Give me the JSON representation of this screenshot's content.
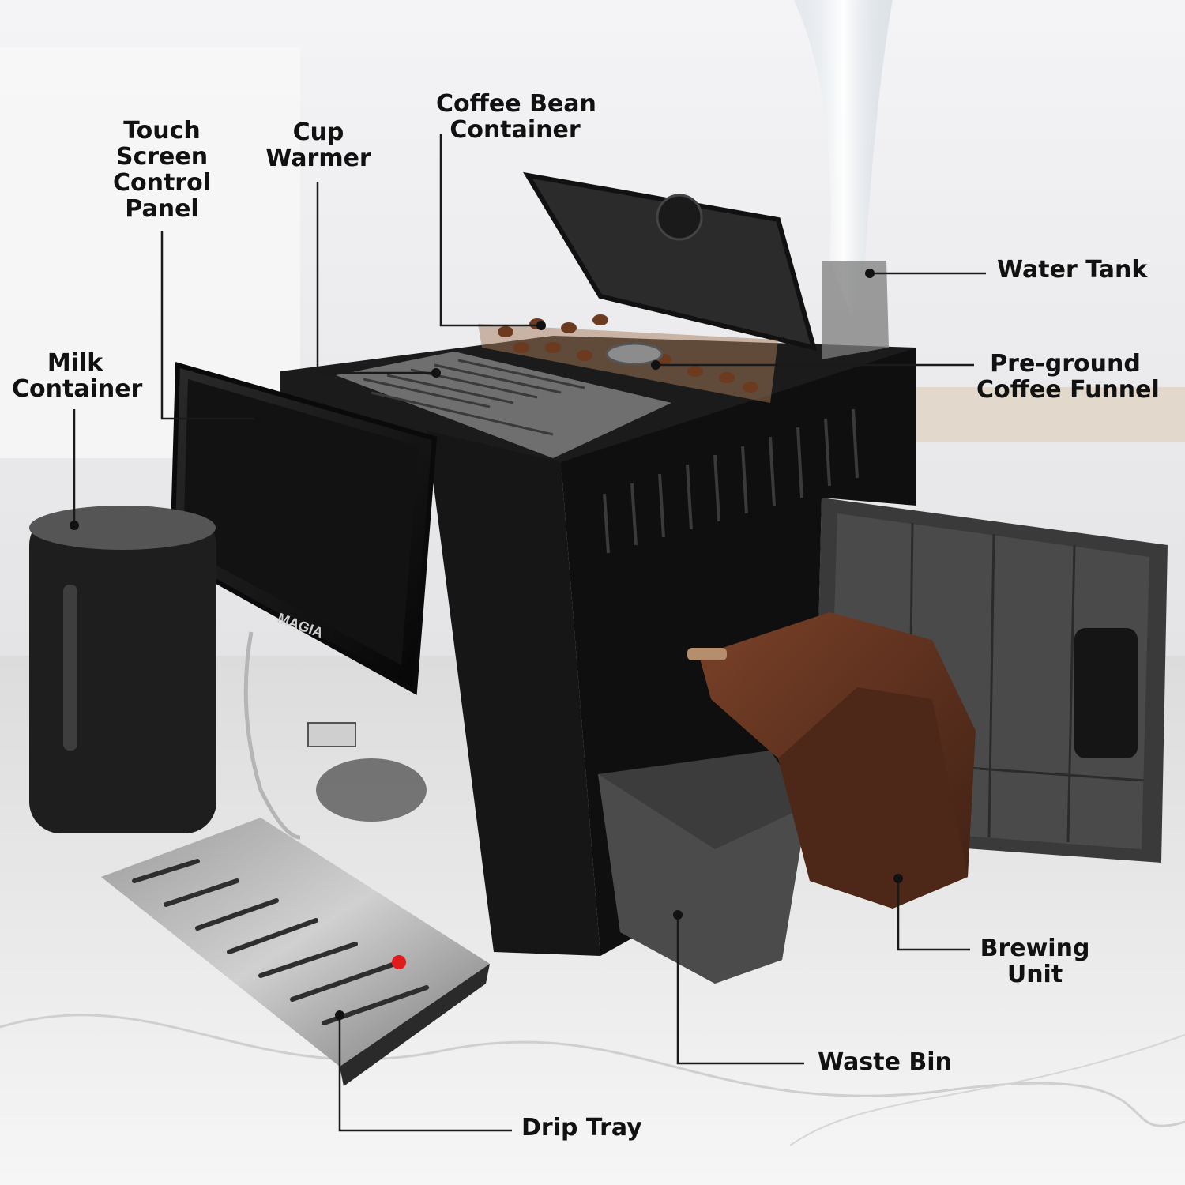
{
  "brand": {
    "logo_text": "MAGIA"
  },
  "colors": {
    "background": "#e9e9eb",
    "machine": "#141414",
    "brewing_unit": "#5a2e1c",
    "beans": "#6b3a1f",
    "label": "#111111"
  },
  "callouts": {
    "touch_screen": {
      "lines": [
        "Touch",
        "Screen",
        "Control",
        "Panel"
      ]
    },
    "cup_warmer": {
      "lines": [
        "Cup",
        "Warmer"
      ]
    },
    "bean_container": {
      "lines": [
        "Coffee Bean",
        "Container"
      ]
    },
    "water_tank": {
      "lines": [
        "Water Tank"
      ]
    },
    "preground_funnel": {
      "lines": [
        "Pre-ground",
        "Coffee Funnel"
      ]
    },
    "milk_container": {
      "lines": [
        "Milk",
        "Container"
      ]
    },
    "brewing_unit": {
      "lines": [
        "Brewing",
        "Unit"
      ]
    },
    "waste_bin": {
      "lines": [
        "Waste Bin"
      ]
    },
    "drip_tray": {
      "lines": [
        "Drip Tray"
      ]
    }
  }
}
